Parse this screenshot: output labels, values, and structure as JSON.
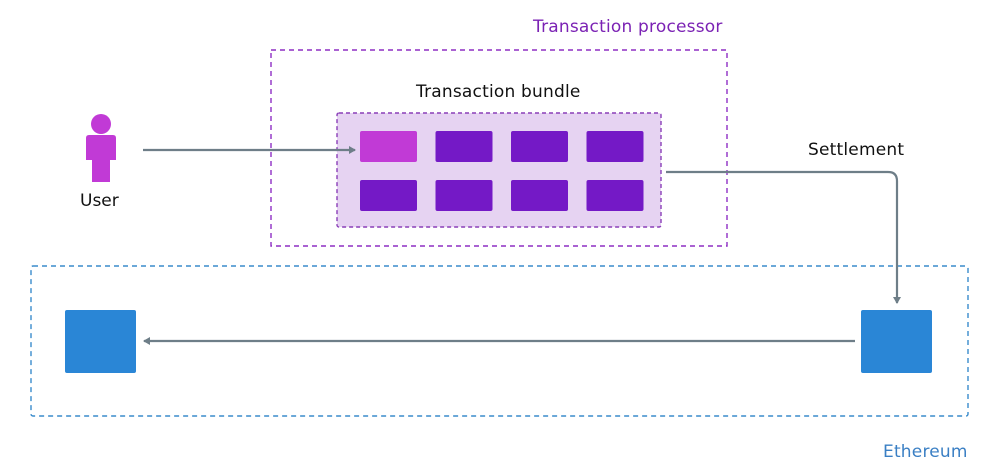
{
  "labels": {
    "processor": "Transaction processor",
    "bundle": "Transaction bundle",
    "user": "User",
    "settlement": "Settlement",
    "ethereum": "Ethereum"
  },
  "colors": {
    "processor_border": "#8e2fc4",
    "bundle_fill": "#e6d3f2",
    "bundle_border": "#8a3fb8",
    "tx_highlight": "#c13ad6",
    "tx_default": "#7419c6",
    "user_icon": "#c13ad6",
    "ethereum_border": "#3a8ccc",
    "block": "#2a86d6",
    "arrow": "#6e7e88"
  },
  "bundle": {
    "rows": 2,
    "columns": 4,
    "highlighted_index": 0
  },
  "icons": [
    "user-icon"
  ]
}
